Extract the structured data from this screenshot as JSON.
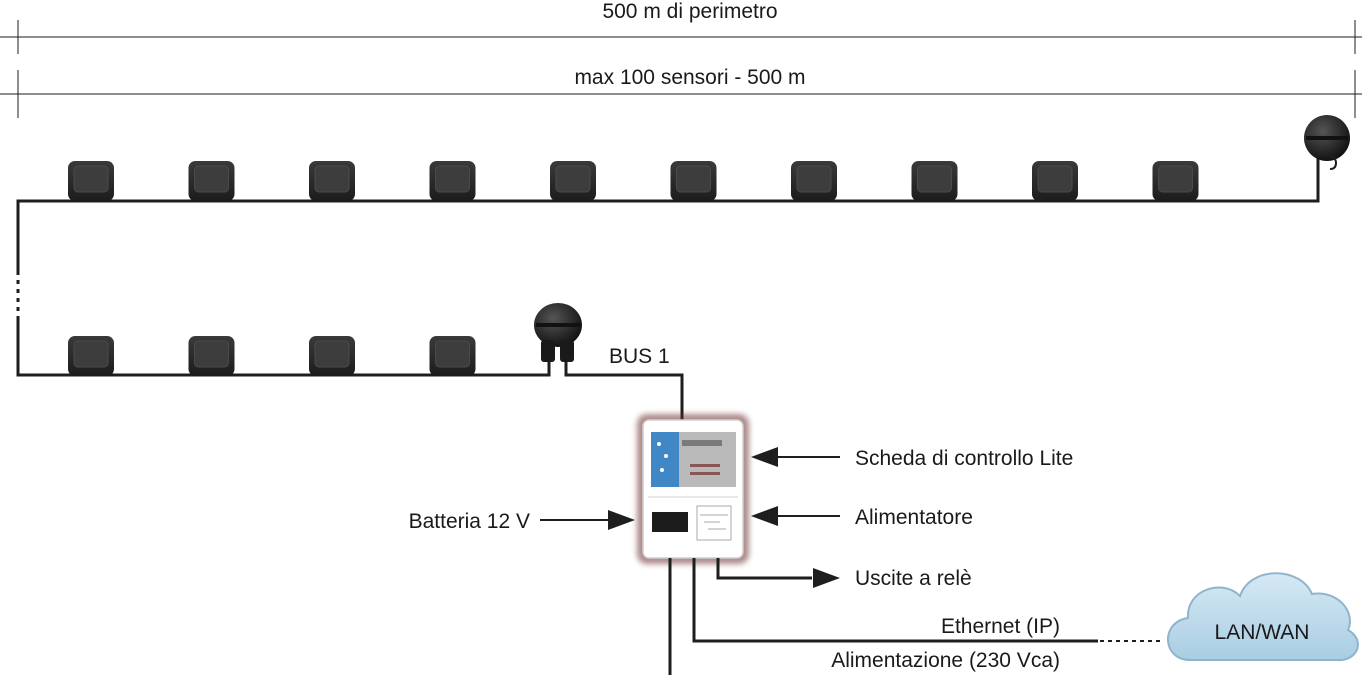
{
  "dimensions": {
    "perimeter": "500 m di perimetro",
    "sensors": "max 100 sensori - 500 m"
  },
  "bus": {
    "label": "BUS 1"
  },
  "components": {
    "control_board": "Scheda di controllo Lite",
    "power_supply": "Alimentatore",
    "battery": "Batteria 12 V",
    "relay_outputs": "Uscite a relè",
    "ethernet": "Ethernet (IP)",
    "mains": "Alimentazione (230 Vca)"
  },
  "network": {
    "cloud": "LAN/WAN"
  },
  "sensor_counts": {
    "top_row": 10,
    "bottom_row": 4
  },
  "colors": {
    "line": "#1e1e1e",
    "sensor": "#2b2b2b",
    "panel_glow": "#6b2a2a",
    "board_blue": "#3f88c5",
    "cloud_fill": "#bcd9ea",
    "cloud_stroke": "#8fb4cc"
  }
}
